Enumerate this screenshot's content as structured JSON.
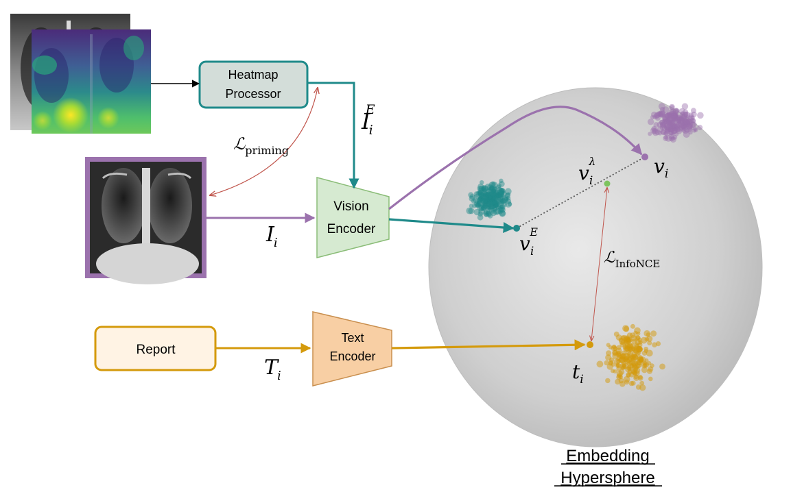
{
  "heatmap_processor": {
    "line1": "Heatmap",
    "line2": "Processor"
  },
  "vision_encoder": {
    "line1": "Vision",
    "line2": "Encoder"
  },
  "text_encoder": {
    "line1": "Text",
    "line2": "Encoder"
  },
  "report_box": {
    "label": "Report"
  },
  "math": {
    "I_i_E": {
      "base": "I",
      "sub": "i",
      "sup": "E"
    },
    "I_i": {
      "base": "I",
      "sub": "i"
    },
    "T_i": {
      "base": "T",
      "sub": "i"
    },
    "v_i": {
      "base": "v",
      "sub": "i"
    },
    "v_i_E": {
      "base": "v",
      "sub": "i",
      "sup": "E"
    },
    "v_i_lambda": {
      "base": "v",
      "sub": "i",
      "sup": "λ"
    },
    "t_i": {
      "base": "t",
      "sub": "i"
    },
    "L_priming": {
      "base": "ℒ",
      "sub": "priming"
    },
    "L_infonce": {
      "base": "ℒ",
      "sub": "InfoNCE"
    }
  },
  "hypersphere": {
    "line1": "Embedding",
    "line2": "Hypersphere"
  },
  "colors": {
    "teal": "#1f8a8a",
    "purple": "#9b72ad",
    "gold": "#d49a0c",
    "red": "#c0554c",
    "vision_fill": "#d6ead1",
    "vision_stroke": "#8bbd78",
    "text_fill": "#f8cfa4",
    "text_stroke": "#c98f4e",
    "report_fill": "#fff3e4",
    "heatmap_fill": "#d3ddd9"
  }
}
